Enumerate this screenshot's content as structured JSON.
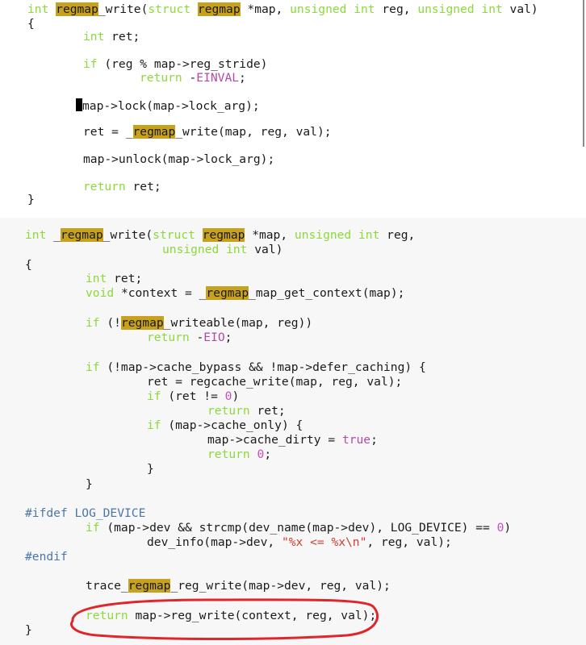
{
  "colors": {
    "keyword": "#8bd93a",
    "highlight": "#c8a21c",
    "number": "#c94fbf",
    "string": "#d43a30",
    "preprocessor": "#4a76a8",
    "annotation_circle": "#e0262a"
  },
  "highlight_term": "regmap",
  "code": {
    "f1": {
      "l01": {
        "t1": "int",
        "t2": " ",
        "t3": "regmap",
        "t4": "_write(",
        "t5": "struct",
        "t6": " ",
        "t7": "regmap",
        "t8": " *map, ",
        "t9": "unsigned",
        "t10": " ",
        "t11": "int",
        "t12": " reg, ",
        "t13": "unsigned",
        "t14": " ",
        "t15": "int",
        "t16": " val)"
      },
      "l02": {
        "t1": "{"
      },
      "l03": {
        "t1": "int",
        "t2": " ret;"
      },
      "l04": {
        "t1": "if",
        "t2": " (reg % map->reg_stride)"
      },
      "l05": {
        "t1": "return",
        "t2": " -",
        "t3": "EINVAL",
        "t4": ";"
      },
      "l06": {
        "t1": "map->lock(map->lock_arg);"
      },
      "l07": {
        "t1": "ret = _",
        "t2": "regmap",
        "t3": "_write(map, reg, val);"
      },
      "l08": {
        "t1": "map->unlock(map->lock_arg);"
      },
      "l09": {
        "t1": "return",
        "t2": " ret;"
      },
      "l10": {
        "t1": "}"
      }
    },
    "f2": {
      "l01": {
        "t1": "int",
        "t2": " _",
        "t3": "regmap",
        "t4": "_write(",
        "t5": "struct",
        "t6": " ",
        "t7": "regmap",
        "t8": " *map, ",
        "t9": "unsigned",
        "t10": " ",
        "t11": "int",
        "t12": " reg,"
      },
      "l02": {
        "t1": "unsigned",
        "t2": " ",
        "t3": "int",
        "t4": " val)"
      },
      "l03": {
        "t1": "{"
      },
      "l04": {
        "t1": "int",
        "t2": " ret;"
      },
      "l05": {
        "t1": "void",
        "t2": " *context = _",
        "t3": "regmap",
        "t4": "_map_get_context(map);"
      },
      "l06": {
        "t1": "if",
        "t2": " (!",
        "t3": "regmap",
        "t4": "_writeable(map, reg))"
      },
      "l07": {
        "t1": "return",
        "t2": " -",
        "t3": "EIO",
        "t4": ";"
      },
      "l08": {
        "t1": "if",
        "t2": " (!map->cache_bypass && !map->defer_caching) {"
      },
      "l09": {
        "t1": "ret = regcache_write(map, reg, val);"
      },
      "l10": {
        "t1": "if",
        "t2": " (ret != ",
        "t3": "0",
        "t4": ")"
      },
      "l11": {
        "t1": "return",
        "t2": " ret;"
      },
      "l12": {
        "t1": "if",
        "t2": " (map->cache_only) {"
      },
      "l13": {
        "t1": "map->cache_dirty = ",
        "t2": "true",
        "t3": ";"
      },
      "l14": {
        "t1": "return",
        "t2": " ",
        "t3": "0",
        "t4": ";"
      },
      "l15": {
        "t1": "}"
      },
      "l16": {
        "t1": "}"
      },
      "l17": {
        "t1": "#ifdef",
        "t2": " LOG_DEVICE"
      },
      "l18": {
        "t1": "if",
        "t2": " (map->dev && strcmp(dev_name(map->dev), LOG_DEVICE) == ",
        "t3": "0",
        "t4": ")"
      },
      "l19": {
        "t1": "dev_info(map->dev, ",
        "t2": "\"%x <= %x\\n\"",
        "t3": ", reg, val);"
      },
      "l20": {
        "t1": "#endif"
      },
      "l21": {
        "t1": "trace_",
        "t2": "regmap",
        "t3": "_reg_write(map->dev, reg, val);"
      },
      "l22": {
        "t1": "return",
        "t2": " map->reg_write(context, reg, val);"
      },
      "l23": {
        "t1": "}"
      }
    }
  }
}
